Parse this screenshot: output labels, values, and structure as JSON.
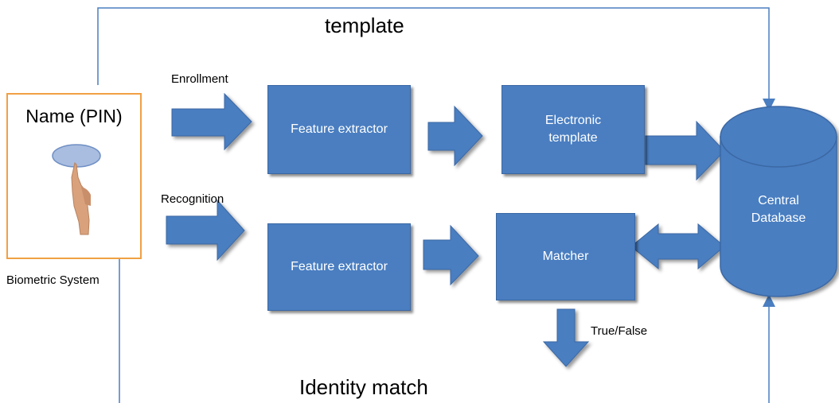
{
  "labels": {
    "template": "template",
    "identity_match": "Identity match",
    "enrollment": "Enrollment",
    "recognition": "Recognition",
    "biometric_system": "Biometric System",
    "true_false": "True/False"
  },
  "user_panel": {
    "title": "Name (PIN)"
  },
  "boxes": {
    "feature_extractor_enroll": "Feature extractor",
    "electronic_template": "Electronic template",
    "feature_extractor_recog": "Feature extractor",
    "matcher": "Matcher",
    "central_database": "Central Database"
  },
  "colors": {
    "box_fill": "#4a7ec1",
    "arrow_fill": "#4a7ec1",
    "user_border": "#f0a043",
    "line": "#4a7ec1"
  }
}
